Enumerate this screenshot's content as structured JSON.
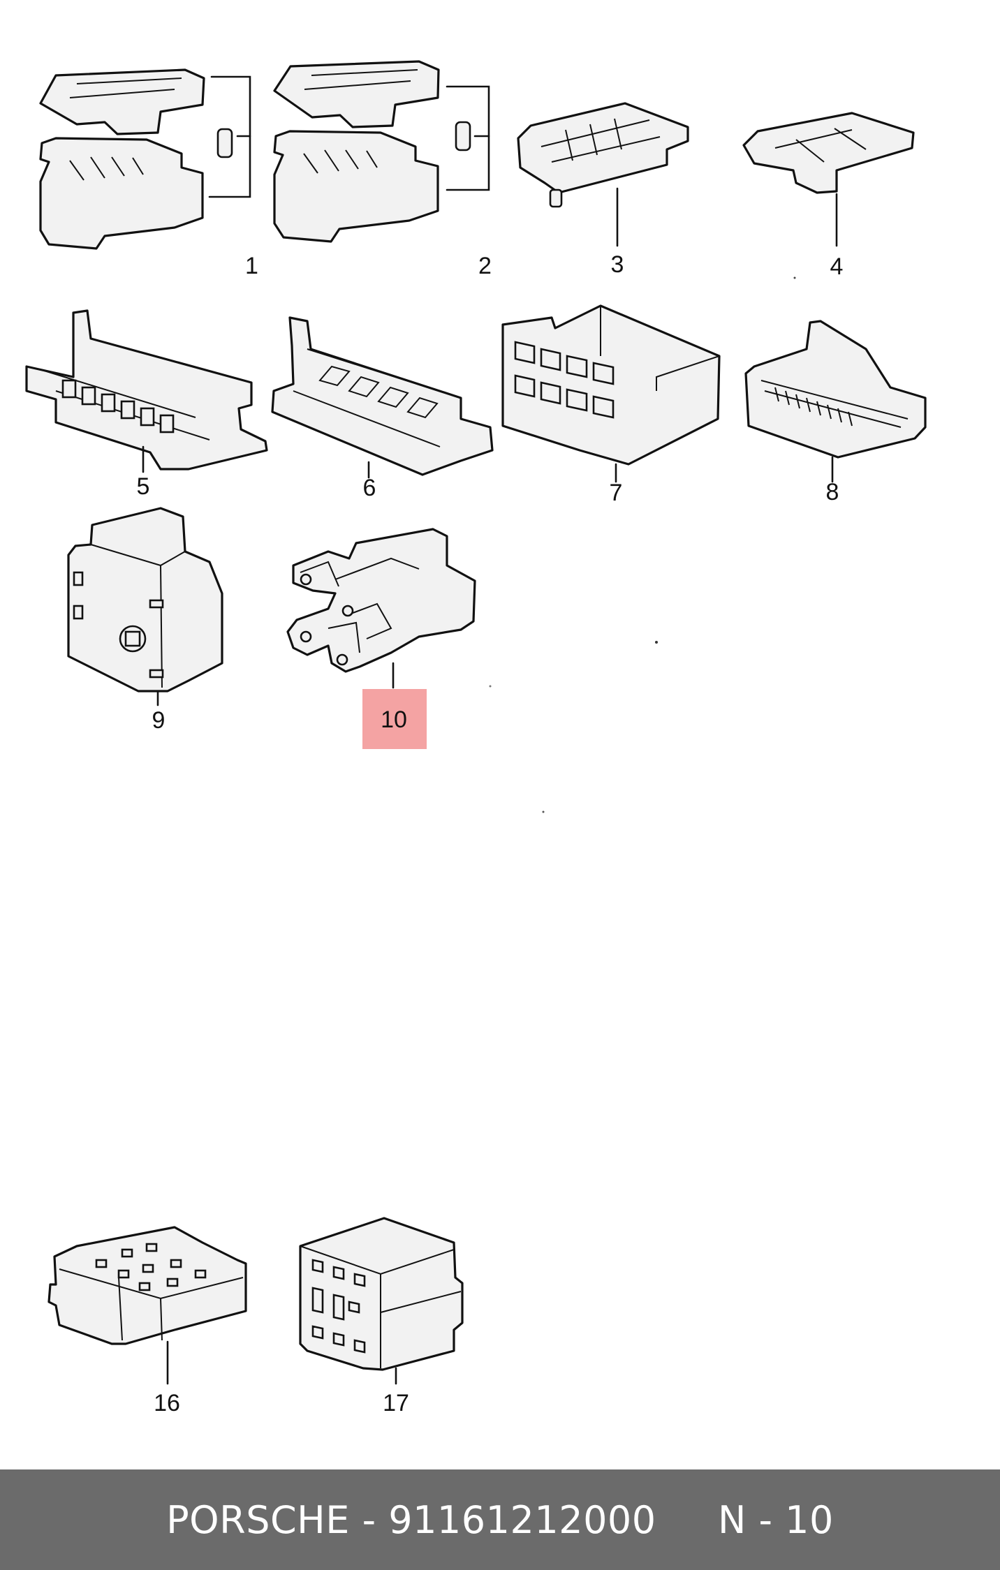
{
  "diagram": {
    "callouts": [
      {
        "id": "c1",
        "label": "1"
      },
      {
        "id": "c2",
        "label": "2"
      },
      {
        "id": "c3",
        "label": "3"
      },
      {
        "id": "c4",
        "label": "4"
      },
      {
        "id": "c5",
        "label": "5"
      },
      {
        "id": "c6",
        "label": "6"
      },
      {
        "id": "c7",
        "label": "7"
      },
      {
        "id": "c8",
        "label": "8"
      },
      {
        "id": "c9",
        "label": "9"
      },
      {
        "id": "c10",
        "label": "10"
      },
      {
        "id": "c16",
        "label": "16"
      },
      {
        "id": "c17",
        "label": "17"
      }
    ],
    "highlighted_callout": "10",
    "highlight_color": "#f4a3a3"
  },
  "footer": {
    "text": "PORSCHE - 91161212000     N - 10",
    "background": "#6b6b6b"
  }
}
